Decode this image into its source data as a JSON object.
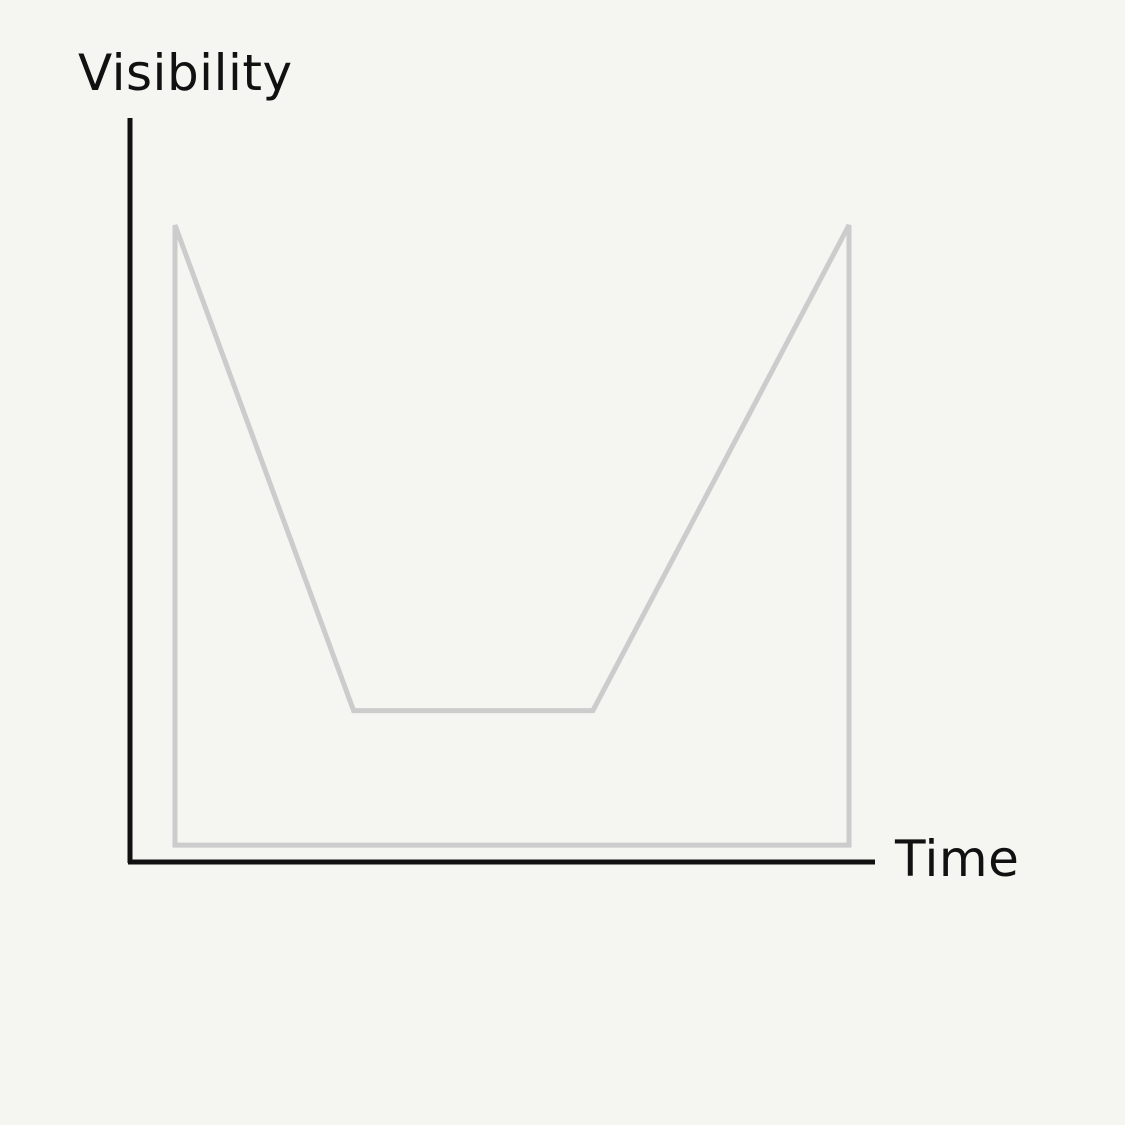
{
  "chart_data": {
    "type": "area",
    "xlabel": "Time",
    "ylabel": "Visibility",
    "xlim": [
      0,
      100
    ],
    "ylim": [
      0,
      100
    ],
    "grid": false,
    "series": [
      {
        "x": [
          0,
          0,
          26.5,
          62,
          100,
          100
        ],
        "y": [
          2,
          85,
          20,
          20,
          85,
          2
        ]
      }
    ],
    "colors": {
      "axis": "#111111",
      "series_line": "#cccccc",
      "background": "#f5f5f2"
    }
  }
}
